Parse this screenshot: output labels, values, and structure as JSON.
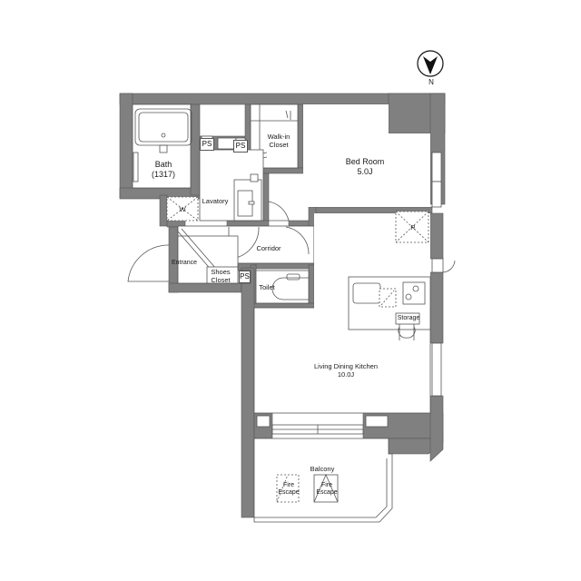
{
  "compass": {
    "label": "N",
    "icon": "north-arrow-icon"
  },
  "colors": {
    "wall": "#808080",
    "line": "#555555",
    "background": "#ffffff",
    "text": "#1a1a1a"
  },
  "rooms": {
    "bath": {
      "name": "Bath",
      "size": "(1317)"
    },
    "walk_in_closet": {
      "name": "Walk-in\nCloset"
    },
    "bed_room": {
      "name": "Bed Room",
      "size": "5.0J"
    },
    "lavatory": {
      "name": "Lavatory"
    },
    "washer": {
      "name": "W"
    },
    "corridor": {
      "name": "Corridor"
    },
    "entrance": {
      "name": "Entrance"
    },
    "shoes_closet": {
      "name": "Shoes\nCloset"
    },
    "toilet": {
      "name": "Toilet"
    },
    "refrigerator": {
      "name": "R"
    },
    "storage": {
      "name": "Storage"
    },
    "ldk": {
      "name": "Living Dining Kitchen",
      "size": "10.0J"
    },
    "balcony": {
      "name": "Balcony"
    },
    "fire_escape_1": {
      "name": "Fire\nEscape"
    },
    "fire_escape_2": {
      "name": "Fire\nEscape"
    }
  },
  "pipe_spaces": [
    "PS",
    "PS",
    "PS"
  ]
}
